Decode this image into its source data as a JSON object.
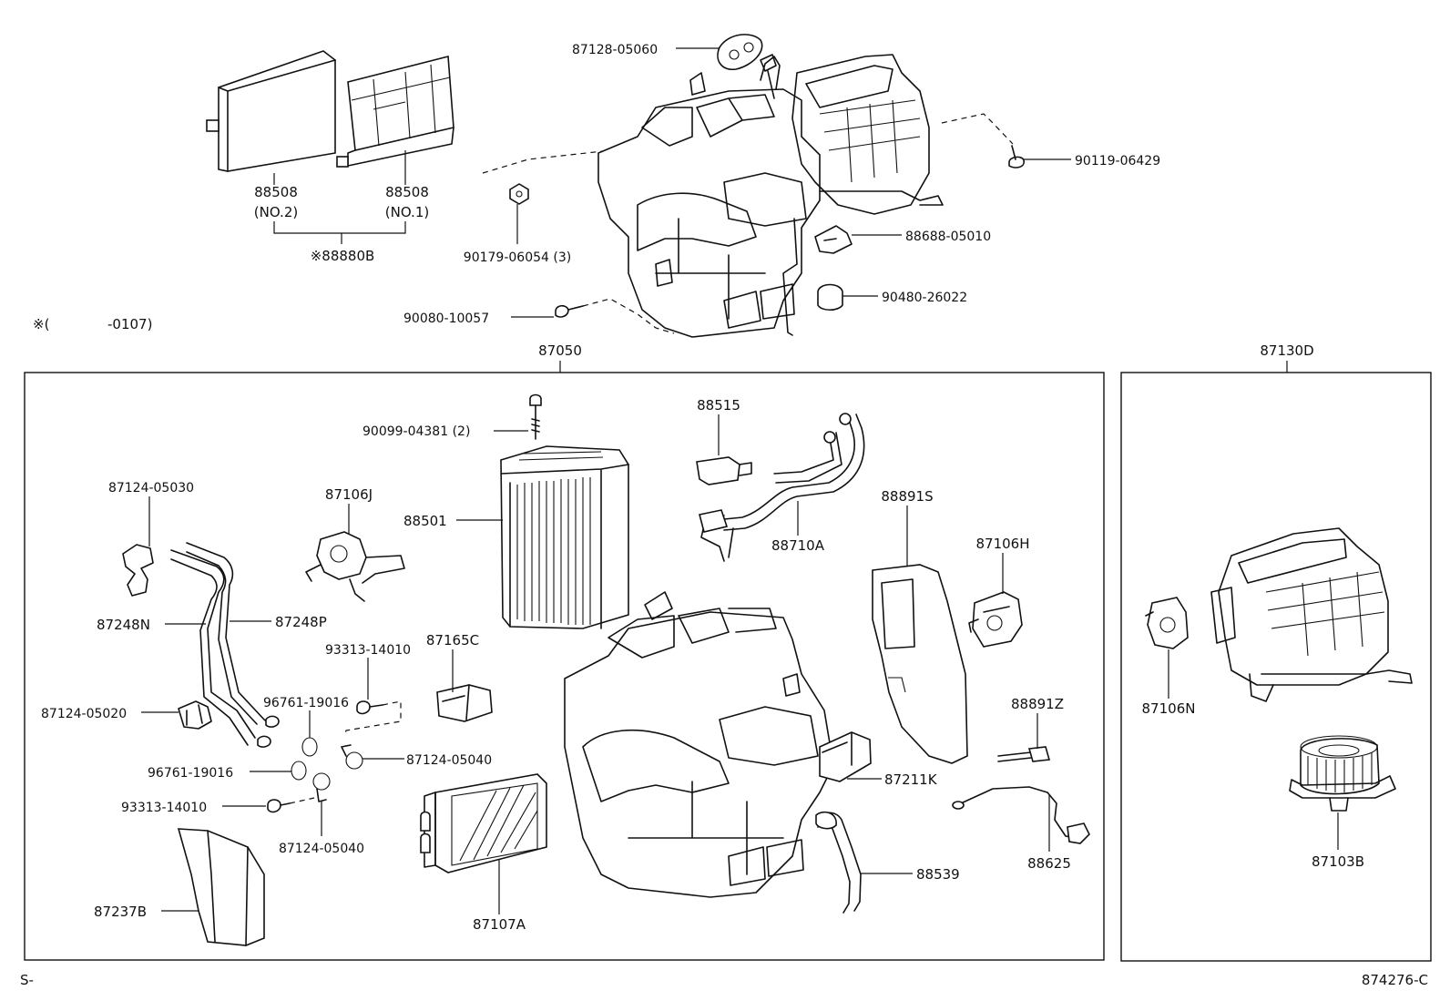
{
  "note": {
    "mark": "※(",
    "text": "-0107)"
  },
  "footer": {
    "left": "S-",
    "right": "874276-C"
  },
  "groups": [
    {
      "label": "87050"
    },
    {
      "label": "87130D"
    }
  ],
  "labels": [
    "87128-05060",
    "90119-06429",
    "88508",
    "(NO.2)",
    "88508",
    "(NO.1)",
    "※88880B",
    "90179-06054 (3)",
    "88688-05010",
    "90480-26022",
    "90080-10057",
    "88515",
    "90099-04381 (2)",
    "87124-05030",
    "87106J",
    "88501",
    "88891S",
    "87106H",
    "88710A",
    "87248N",
    "87248P",
    "93313-14010",
    "87165C",
    "96761-19016",
    "87124-05020",
    "87124-05040",
    "96761-19016",
    "88891Z",
    "87211K",
    "93313-14010",
    "87124-05040",
    "88625",
    "88539",
    "87237B",
    "87107A",
    "87106N",
    "87103B"
  ]
}
